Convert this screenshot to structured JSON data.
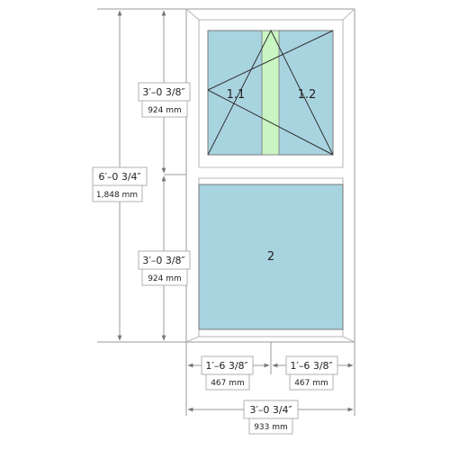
{
  "colors": {
    "glass": "#a8d4e0",
    "transom_bar": "#c8f5c2",
    "frame_stroke": "#9a9a9a"
  },
  "panes": {
    "upper_left": "1.1",
    "upper_right": "1.2",
    "lower": "2"
  },
  "dimensions": {
    "overall_height": {
      "imperial": "6′–0 3/4″",
      "metric": "1,848 mm"
    },
    "upper_height": {
      "imperial": "3′–0 3/8″",
      "metric": "924 mm"
    },
    "lower_height": {
      "imperial": "3′–0 3/8″",
      "metric": "924 mm"
    },
    "left_width": {
      "imperial": "1′–6 3/8″",
      "metric": "467 mm"
    },
    "right_width": {
      "imperial": "1′–6 3/8″",
      "metric": "467 mm"
    },
    "overall_width": {
      "imperial": "3′–0 3/4″",
      "metric": "933 mm"
    }
  }
}
